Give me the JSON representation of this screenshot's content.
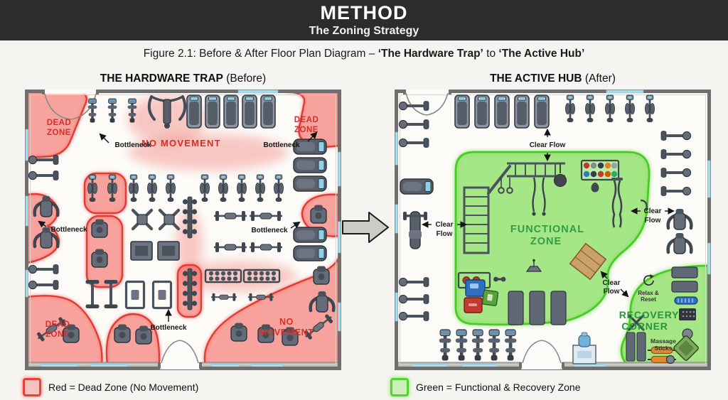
{
  "header": {
    "title": "METHOD",
    "subtitle": "The Zoning Strategy"
  },
  "caption": {
    "prefix": "Figure 2.1: Before & After Floor Plan Diagram – ",
    "before_name": "‘The Hardware Trap’",
    "connector": " to ",
    "after_name": "‘The Active Hub’"
  },
  "panels": {
    "before": {
      "title": "THE HARDWARE TRAP",
      "qualifier": " (Before)"
    },
    "after": {
      "title": "THE ACTIVE HUB",
      "qualifier": " (After)"
    }
  },
  "zones": {
    "dead_1": "DEAD",
    "dead_2": "ZONE",
    "no_movement": "NO MOVEMENT",
    "no_1": "NO",
    "no_2": "MOVEMENT",
    "functional_1": "FUNCTIONAL",
    "functional_2": "ZONE",
    "recovery_1": "RECOVERY",
    "recovery_2": "CORNER"
  },
  "annotations": {
    "bottleneck": "Bottleneck",
    "clear_flow": "Clear Flow",
    "clear": "Clear",
    "flow": "Flow",
    "relax_1": "Relax &",
    "relax_2": "Reset",
    "massage_1": "Massage",
    "massage_2": "Sticks"
  },
  "legend": {
    "red": "Red = Dead Zone (No Movement)",
    "green": "Green = Functional & Recovery Zone"
  },
  "colors": {
    "header_bg": "#2d2c2c",
    "dead_zone_stroke": "#e23a34",
    "functional_zone_stroke": "#49cb27",
    "dead_text": "#d2302b",
    "green_text": "#2f9e44"
  }
}
